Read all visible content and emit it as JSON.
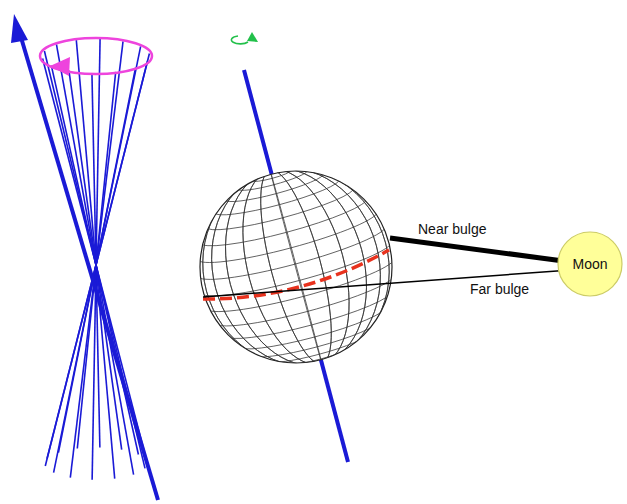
{
  "diagram": {
    "nodes": [
      {
        "text": [
          "Moon"
        ]
      }
    ],
    "labels": [
      "Near bulge",
      "Far bulge"
    ]
  }
}
